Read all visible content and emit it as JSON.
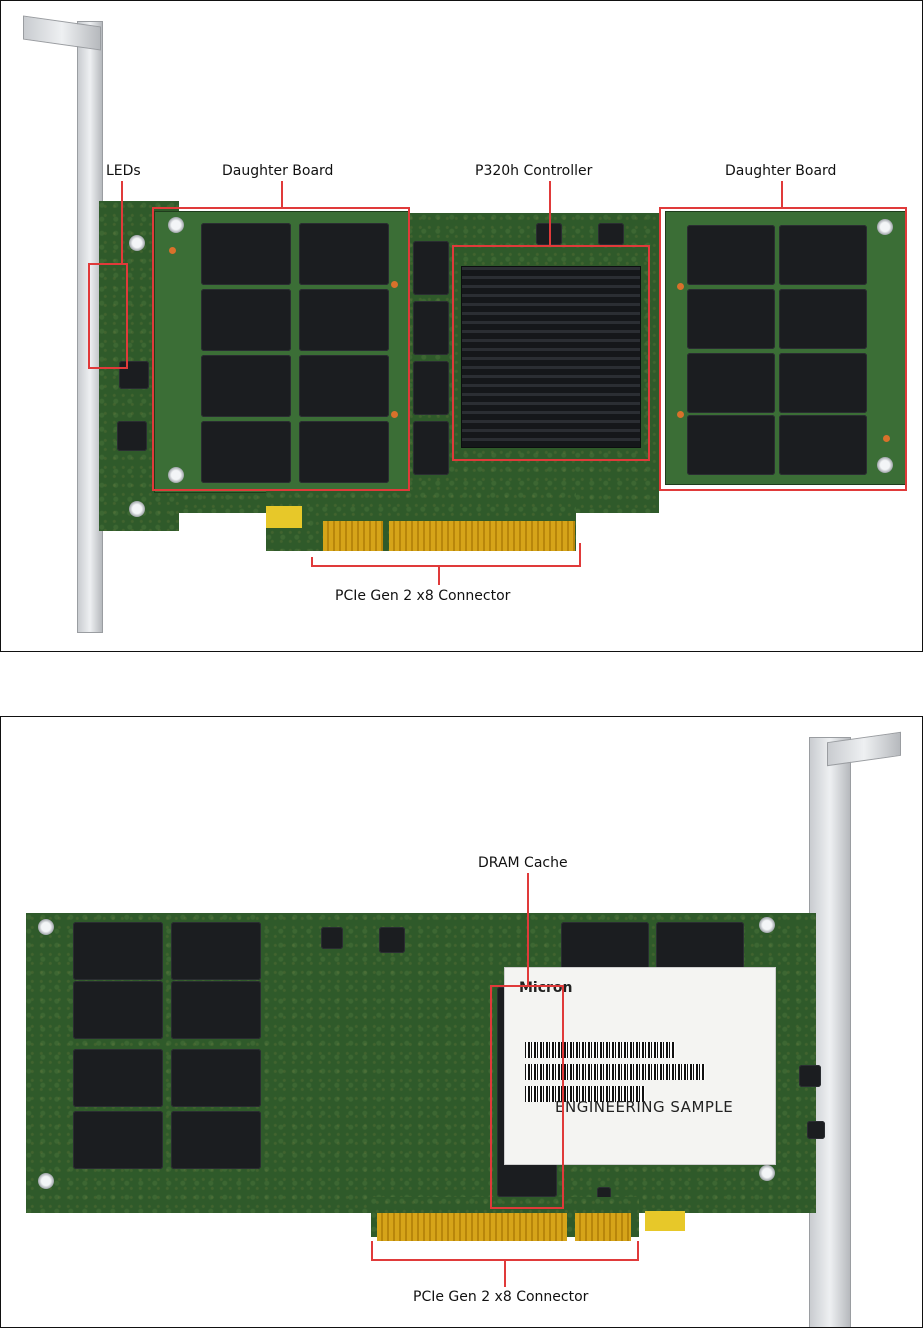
{
  "top_panel": {
    "labels": {
      "leds": "LEDs",
      "daughter_board_left": "Daughter Board",
      "controller": "P320h Controller",
      "daughter_board_right": "Daughter Board",
      "connector": "PCIe Gen 2 x8 Connector"
    }
  },
  "bottom_panel": {
    "labels": {
      "dram_cache": "DRAM Cache",
      "connector": "PCIe Gen 2 x8 Connector"
    },
    "sticker": {
      "brand": "Micron",
      "engineering_sample": "ENGINEERING SAMPLE"
    }
  },
  "colors": {
    "annotation_red": "#e03a3a",
    "pcb_green": "#2f5a2a",
    "connector_gold": "#d6a419"
  }
}
